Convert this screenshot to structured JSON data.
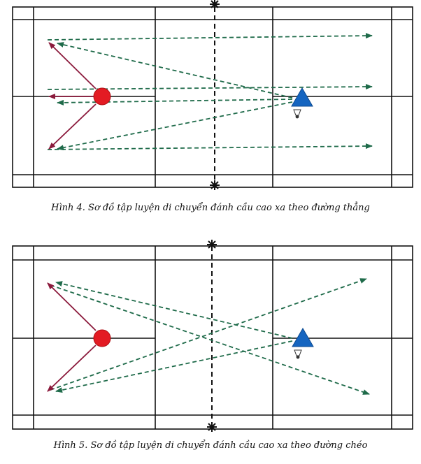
{
  "figures": [
    {
      "id": "fig4",
      "caption_number": "Hình 4.",
      "caption_text": "Sơ đồ tập luyện di chuyển đánh cầu cao xa theo đường thẳng"
    },
    {
      "id": "fig5",
      "caption_number": "Hình 5.",
      "caption_text": "Sơ đồ tập luyện di chuyển đánh cầu cao xa theo đường chéo"
    }
  ],
  "colors": {
    "court_lines": "#111111",
    "shot_arrows": "#1f6b4a",
    "movement_arrows": "#8b1a3c",
    "player_circle": "#e31b23",
    "player_triangle": "#1565c0"
  }
}
